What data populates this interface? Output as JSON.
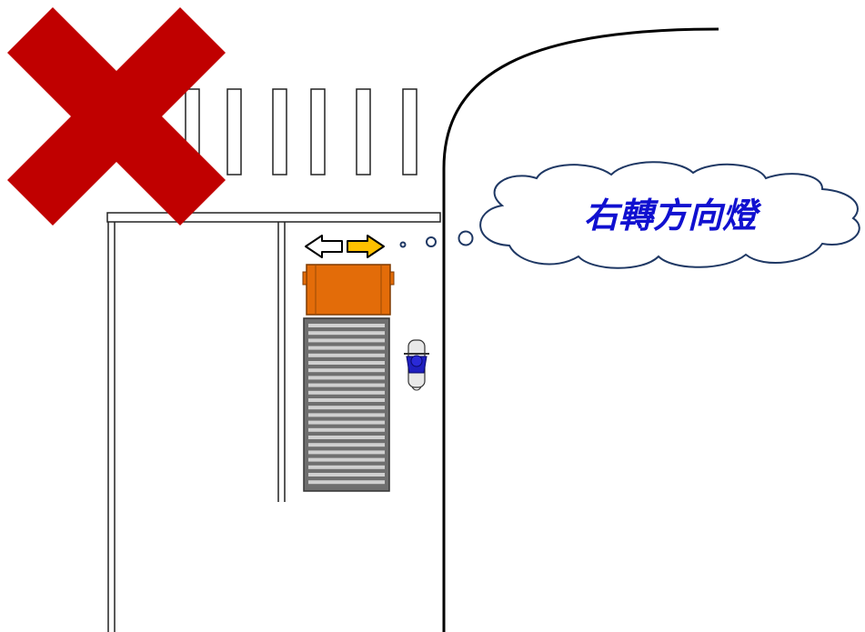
{
  "thought_bubble": {
    "text": "右轉方向燈",
    "text_color": "#1010d0",
    "outline_color": "#1f3864"
  },
  "prohibited_mark": {
    "icon": "red-x-icon",
    "color": "#c00000"
  },
  "turn_signal": {
    "left_arrow": {
      "icon": "arrow-left-icon",
      "state": "off",
      "color": "#ffffff"
    },
    "right_arrow": {
      "icon": "arrow-right-icon",
      "state": "on",
      "color": "#ffc000"
    }
  },
  "truck": {
    "icon": "truck-icon",
    "cab_color": "#e36c09",
    "trailer_color": "#7f7f7f"
  },
  "motorcycle": {
    "icon": "motorcycle-icon",
    "rider_color": "#1f1fbf"
  },
  "road": {
    "crosswalk_stripes": 6
  }
}
